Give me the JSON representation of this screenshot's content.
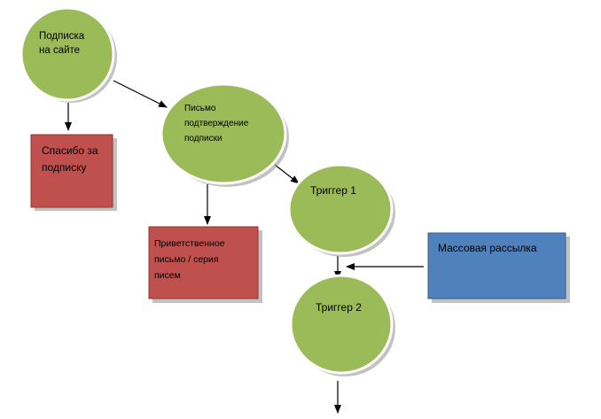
{
  "nodes": {
    "subscription": {
      "lines": [
        "Подписка",
        "на сайте"
      ]
    },
    "confirmation": {
      "lines": [
        "Письмо",
        "подтверждение",
        "подписки"
      ]
    },
    "thanks": {
      "lines": [
        "Спасибо за",
        "подписку"
      ]
    },
    "trigger1": {
      "lines": [
        "Триггер 1"
      ]
    },
    "welcome": {
      "lines": [
        "Приветственное",
        "письмо / серия",
        "писем"
      ]
    },
    "mass_mailing": {
      "lines": [
        "Массовая рассылка"
      ]
    },
    "trigger2": {
      "lines": [
        "Триггер 2"
      ]
    }
  },
  "colors": {
    "circle_fill": "#9bbb59",
    "circle_border_light": "#ffffff",
    "red_box_fill": "#c0504d",
    "red_box_border": "#8c3836",
    "blue_box_fill": "#4f81bd",
    "blue_box_border": "#385d8a",
    "shadow": "#9a9a9a",
    "arrow": "#000000"
  }
}
